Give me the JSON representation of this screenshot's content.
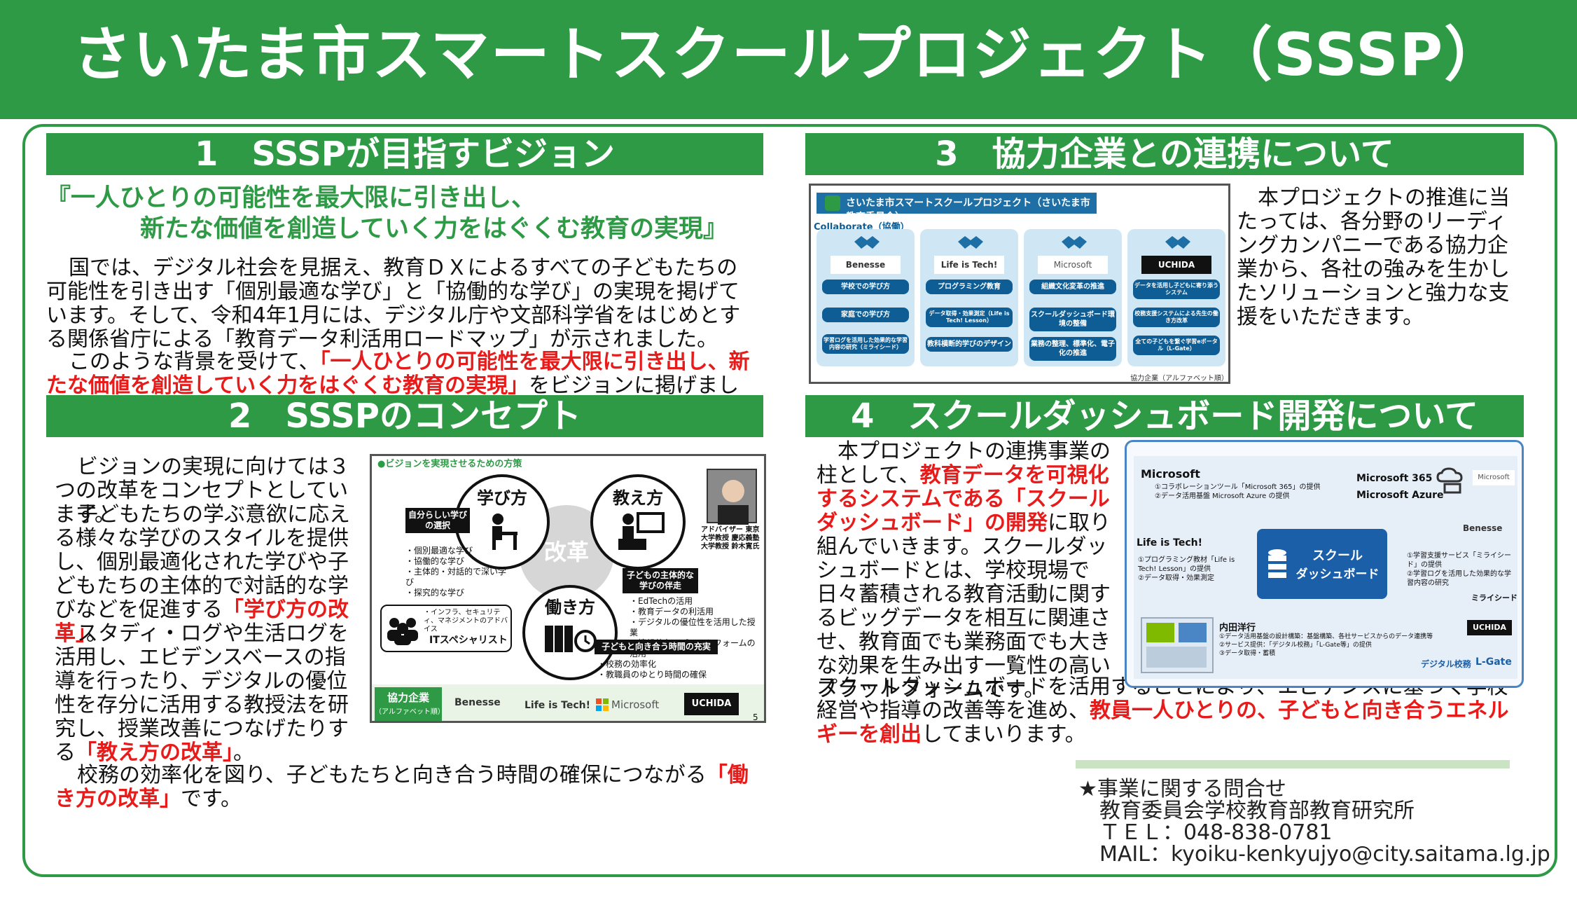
{
  "title": "さいたま市スマートスクールプロジェクト（SSSP）",
  "sections": {
    "s1": {
      "heading": "1　SSSPが目指すビジョン",
      "slogan_line1": "『一人ひとりの可能性を最大限に引き出し、",
      "slogan_line2": "新たな価値を創造していく力をはぐくむ教育の実現』",
      "p1": "国では、デジタル社会を見据え、教育ＤＸによるすべての子どもたちの可能性を引き出す「個別最適な学び」と「協働的な学び」の実現を掲げています。そして、令和4年1月には、デジタル庁や文部科学省をはじめとする関係省庁による「教育データ利活用ロードマップ」が示されました。",
      "p2_a": "このような背景を受けて、",
      "p2_red": "「一人ひとりの可能性を最大限に引き出し、新たな価値を創造していく力をはぐくむ教育の実現」",
      "p2_b": "をビジョンに掲げました。"
    },
    "s2": {
      "heading": "2　SSSPのコンセプト",
      "p1": "ビジョンの実現に向けては３つの改革をコンセプトとしています。",
      "p2_a": "子どもたちの学ぶ意欲に応える様々な学びのスタイルを提供し、個別最適化された学びや子どもたちの主体的で対話的な学びなどを促進する",
      "p2_red": "「学び方の改革」",
      "p2_b": "。",
      "p3_a": "スタディ・ログや生活ログを活用し、エビデンスベースの指導を行ったり、デジタルの優位性を存分に活用する教授法を研究し、授業改善につなげたりする",
      "p3_red": "「教え方の改革」",
      "p3_b": "。",
      "p4_a": "校務の効率化を図り、子どもたちと向き合う時間の確保につながる",
      "p4_red": "「働き方の改革」",
      "p4_b": "です。",
      "slide": {
        "caption": "●ビジョンを実現させるための方策",
        "center": "改革",
        "manabikata": "学び方",
        "oshiekata": "教え方",
        "hatarakikata": "働き方",
        "tag_left": "自分らしい学びの選択",
        "list_left": [
          "・個別最適な学び",
          "・協働的な学び",
          "・主体的・対話的で深い学び",
          "・探究的な学び"
        ],
        "tag_right": "子どもの主体的な学びの伴走",
        "list_right": [
          "・EdTechの活用",
          "・教育データの利活用",
          "・デジタルの優位性を活用した授業",
          "・情報共有のプラットフォームの活用"
        ],
        "it_note": "・インフラ、セキュリティ、マネジメントのアドバイス",
        "it_label": "ITスペシャリスト",
        "advisor": "アドバイザー 東京大学教授 慶応義塾大学教授 鈴木寛氏",
        "tag_bottom": "子どもと向き合う時間の充実",
        "list_bottom": [
          "・校務の効率化",
          "・教職員のゆとり時間の確保"
        ],
        "partners_label": "協力企業",
        "partners_sub": "（アルファベット順）",
        "logos": [
          "Benesse",
          "Life is Tech!",
          "Microsoft",
          "UCHIDA"
        ],
        "page_no": "5"
      }
    },
    "s3": {
      "heading": "3　協力企業との連携について",
      "text": "本プロジェクトの推進に当たっては、各分野のリーディングカンパニーである協力企業から、各社の強みを生かしたソリューションと強力な支援をいただきます。",
      "slide": {
        "title": "さいたま市スマートスクールプロジェクト（さいたま市教育委員会）",
        "collab": "Collaborate（協働）",
        "columns": [
          {
            "logo": "Benesse",
            "items": [
              "学校での学び方",
              "家庭での学び方",
              "学習ログを活用した効果的な学習内容の研究（ミライシード）"
            ]
          },
          {
            "logo": "Life is Tech!",
            "items": [
              "プログラミング教育",
              "データ取得・効果測定（Life is Tech! Lesson）",
              "教科横断的学びのデザイン"
            ]
          },
          {
            "logo": "Microsoft",
            "items": [
              "組織文化変革の推進",
              "スクールダッシュボード環境の整備",
              "業務の整理、標準化、電子化の推進"
            ]
          },
          {
            "logo": "UCHIDA",
            "items": [
              "データを活用し子どもに寄り添うシステム",
              "校務支援システムによる先生の働き方改革",
              "全ての子どもを繋ぐ学習eポータル（L-Gate）"
            ]
          }
        ],
        "footnote": "協力企業（アルファベット順）"
      }
    },
    "s4": {
      "heading": "4　スクールダッシュボード開発について",
      "t1": "本プロジェクトの連携事業の柱として、",
      "t1_red": "教育データを可視化するシステムである「スクールダッシュボード」の開発",
      "t1_b": "に取り組んでいきます。スクールダッシュボードとは、学校現場で日々蓄積される教育活動に関するビッグデータを相互に関連させ、教育面でも業務面でも大きな効果を生み出す一覧性の高いプラットフォームです。",
      "t2": "スクールダッシュボードを活用することにより、エビデンスに基づく学校経営や指導の改善等を進め、",
      "t2_red": "教員一人ひとりの、子どもと向き合うエネルギーを創出",
      "t2_b": "してまいります。",
      "slide": {
        "ms_head": "Microsoft",
        "ms_items": [
          "①コラボレーションツール「Microsoft 365」の提供",
          "②データ活用基盤 Microsoft Azure の提供"
        ],
        "ms365": "Microsoft 365",
        "azure": "Microsoft Azure",
        "ms_logo": "Microsoft",
        "lit_head": "Life is Tech!",
        "lit_items": [
          "①プログラミング教材「Life is Tech! Lesson」の提供",
          "②データ取得・効果測定"
        ],
        "center_line1": "スクール",
        "center_line2": "ダッシュボード",
        "ben_head": "Benesse",
        "ben_items": [
          "①学習支援サービス「ミライシード」の提供",
          "②学習ログを活用した効果的な学習内容の研究"
        ],
        "miraiseed": "ミライシード",
        "uchida_name": "内田洋行",
        "uchida_items": [
          "①データ活用基盤の設計構築：基盤構築、各社サービスからのデータ連携等",
          "②サービス提供：「デジタル校務」「L-Gate等」の提供",
          "③データ取得・蓄積"
        ],
        "uchida_logo": "UCHIDA",
        "digital": "デジタル校務",
        "lgate": "L-Gate"
      }
    }
  },
  "contact": {
    "title": "★事業に関する問合せ",
    "dept": "教育委員会学校教育部教育研究所",
    "tel": "ＴＥＬ：048-838-0781",
    "mail": "MAIL：kyoiku-kenkyujyo@city.saitama.lg.jp"
  },
  "colors": {
    "green": "#2e9a45",
    "red": "#e81b1b",
    "navy": "#0e5e95"
  }
}
